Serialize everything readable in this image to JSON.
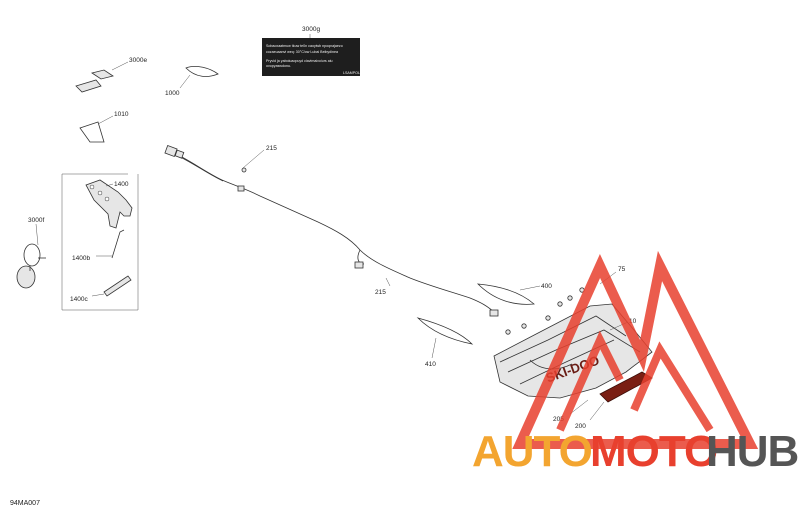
{
  "diagram": {
    "code": "94MA007",
    "labels": {
      "l3000e": "3000e",
      "l1000": "1000",
      "l3000g": "3000g",
      "l1010": "1010",
      "l215a": "215",
      "l1400": "1400",
      "l3000f": "3000f",
      "l1400b": "1400b",
      "l1400c": "1400c",
      "l215b": "215",
      "l400": "400",
      "l75": "75",
      "l10": "10",
      "l410": "410",
      "l205": "205",
      "l200": "200"
    },
    "sticker": {
      "lines": [
        "Sobaoxaatmuw tkuw te0n caoyiwb npoqnajaezo",
        "cozaeuaanvi weq: 30°C/ow Lubai Beibydinea",
        "Pryvid ja yaboiuaopuyd ciavimaixoiurs aiu",
        "ovopyaswdonu."
      ],
      "code": "LSAMPOL"
    },
    "colors": {
      "watermark_red": "#e8402e",
      "watermark_orange": "#f3a530",
      "watermark_gray": "#555555"
    },
    "watermark": {
      "auto": "AUTO",
      "moto": "MOTO",
      "hub": "HUB"
    },
    "hood_brand": "SKI-DOO"
  }
}
